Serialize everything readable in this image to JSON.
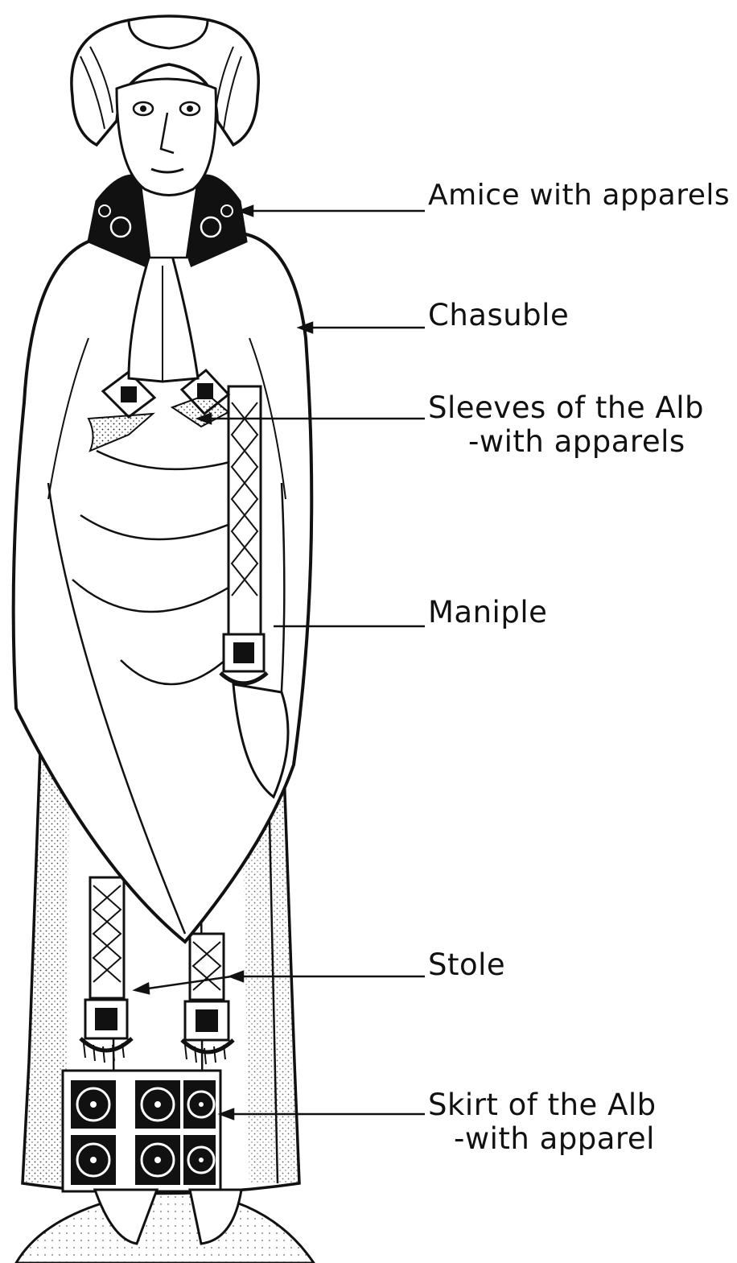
{
  "labels": {
    "amice": "Amice with apparels",
    "chasuble": "Chasuble",
    "sleeves_line1": "Sleeves of the Alb",
    "sleeves_line2": "-with apparels",
    "maniple": "Maniple",
    "stole": "Stole",
    "skirt_line1": "Skirt of the Alb",
    "skirt_line2": "-with apparel"
  },
  "colors": {
    "ink": "#111111",
    "paper": "#ffffff"
  }
}
